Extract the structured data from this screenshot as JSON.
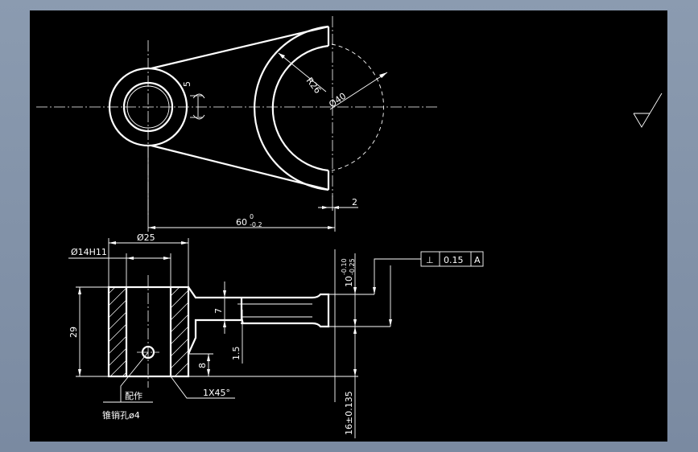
{
  "colors": {
    "frame_bg": "#7f8fa5",
    "sheet_bg": "#000000",
    "line": "#ffffff"
  },
  "dimensions": {
    "r_outer": "R26",
    "dia_inner": "Ø40",
    "thickness_5": "5",
    "length_60": "60",
    "length_60_tol_upper": "0",
    "length_60_tol_lower": "-0.2",
    "offset_2": "2",
    "dia_25": "Ø25",
    "bore": "Ø14H11",
    "height_29": "29",
    "dim_7": "7",
    "dim_1_5": "1.5",
    "dim_8": "8",
    "dim_10": "10",
    "dim_10_tol_upper": "-0.10",
    "dim_10_tol_lower": "-0.25",
    "dim_16": "16±0.135",
    "chamfer": "1X45°"
  },
  "tolerance_frame": {
    "symbol": "⊥",
    "value": "0.15",
    "datum": "A"
  },
  "notes": {
    "assembly": "配作",
    "taper_pin": "锥销孔ø4"
  }
}
